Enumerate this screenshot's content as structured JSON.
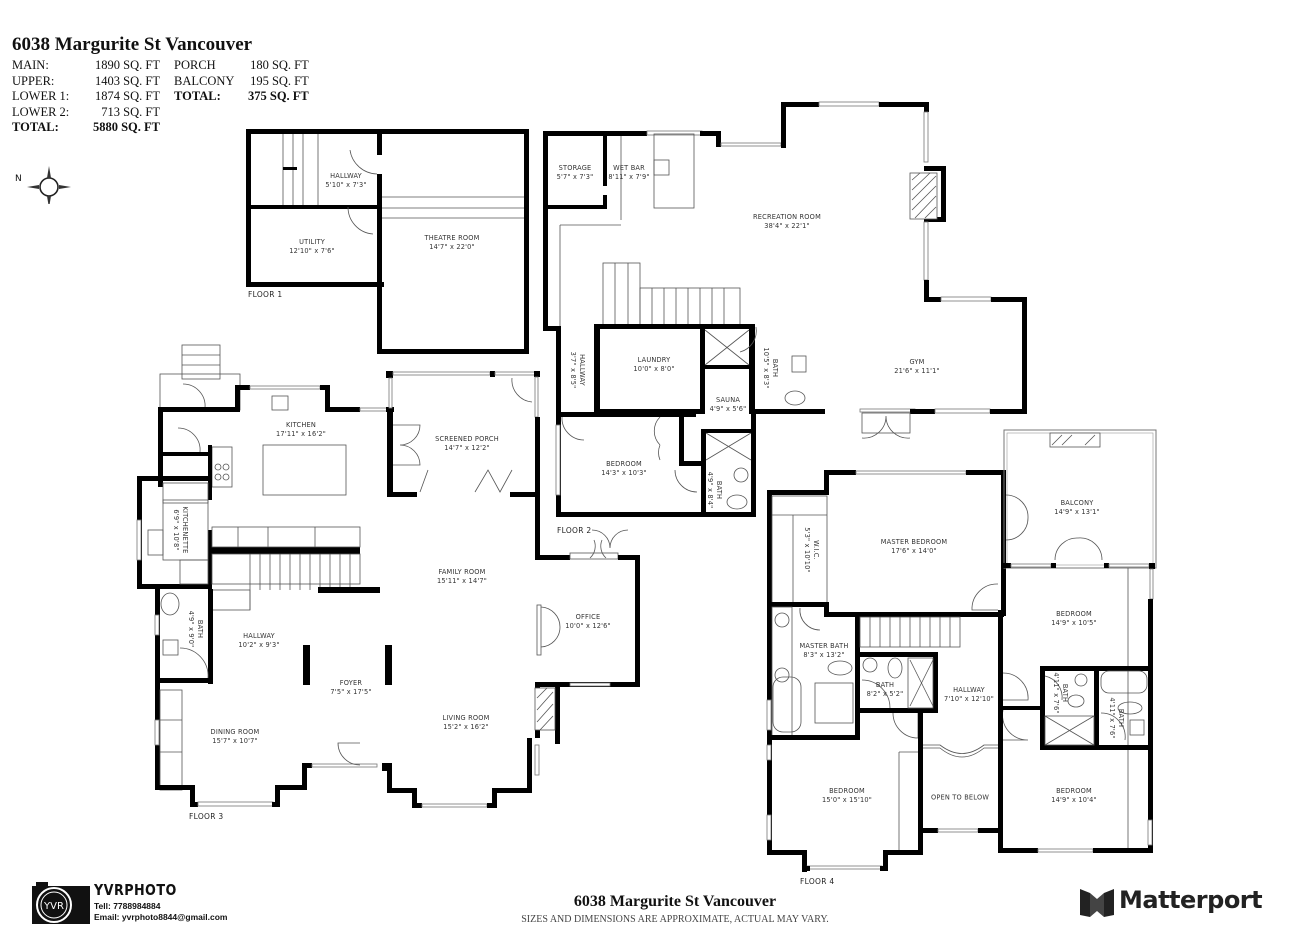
{
  "header": {
    "title": "6038 Margurite St Vancouver",
    "areas": [
      {
        "label": "MAIN:",
        "value": "1890 SQ. FT"
      },
      {
        "label": "UPPER:",
        "value": "1403 SQ. FT"
      },
      {
        "label": "LOWER 1:",
        "value": "1874 SQ. FT"
      },
      {
        "label": "LOWER 2:",
        "value": "713 SQ. FT"
      },
      {
        "label": "TOTAL:",
        "value": "5880 SQ. FT"
      }
    ],
    "extras": [
      {
        "label": "PORCH",
        "value": "180 SQ. FT"
      },
      {
        "label": "BALCONY",
        "value": "195 SQ. FT"
      },
      {
        "label": "TOTAL:",
        "value": "375 SQ. FT"
      }
    ]
  },
  "compass": {
    "label": "N",
    "icon": "compass-icon"
  },
  "floors": [
    {
      "name": "FLOOR 1",
      "rooms": [
        {
          "name": "HALLWAY",
          "dims": "5'10\" x 7'3\""
        },
        {
          "name": "UTILITY",
          "dims": "12'10\" x 7'6\""
        },
        {
          "name": "THEATRE ROOM",
          "dims": "14'7\" x 22'0\""
        }
      ]
    },
    {
      "name": "FLOOR 2",
      "rooms": [
        {
          "name": "STORAGE",
          "dims": "5'7\" x 7'3\""
        },
        {
          "name": "WET BAR",
          "dims": "8'11\" x 7'9\""
        },
        {
          "name": "RECREATION ROOM",
          "dims": "38'4\" x 22'1\""
        },
        {
          "name": "HALLWAY",
          "dims": "3'7\" x 8'5\""
        },
        {
          "name": "LAUNDRY",
          "dims": "10'0\" x 8'0\""
        },
        {
          "name": "BATH",
          "dims": "10'5\" x 8'3\""
        },
        {
          "name": "SAUNA",
          "dims": "4'9\" x 5'6\""
        },
        {
          "name": "GYM",
          "dims": "21'6\" x 11'1\""
        },
        {
          "name": "BEDROOM",
          "dims": "14'3\" x 10'3\""
        },
        {
          "name": "BATH",
          "dims": "4'9\" x 8'4\""
        }
      ]
    },
    {
      "name": "FLOOR 3",
      "rooms": [
        {
          "name": "KITCHEN",
          "dims": "17'11\" x 16'2\""
        },
        {
          "name": "SCREENED PORCH",
          "dims": "14'7\" x 12'2\""
        },
        {
          "name": "KITCHENETTE",
          "dims": "6'9\" x 10'8\""
        },
        {
          "name": "FAMILY ROOM",
          "dims": "15'11\" x 14'7\""
        },
        {
          "name": "BATH",
          "dims": "4'9\" x 9'0\""
        },
        {
          "name": "HALLWAY",
          "dims": "10'2\" x 9'3\""
        },
        {
          "name": "OFFICE",
          "dims": "10'0\" x 12'6\""
        },
        {
          "name": "FOYER",
          "dims": "7'5\" x 17'5\""
        },
        {
          "name": "DINING ROOM",
          "dims": "15'7\" x 10'7\""
        },
        {
          "name": "LIVING ROOM",
          "dims": "15'2\" x 16'2\""
        }
      ]
    },
    {
      "name": "FLOOR 4",
      "rooms": [
        {
          "name": "W.I.C.",
          "dims": "5'3\" x 10'10\""
        },
        {
          "name": "MASTER BEDROOM",
          "dims": "17'6\" x 14'0\""
        },
        {
          "name": "BALCONY",
          "dims": "14'9\" x 13'1\""
        },
        {
          "name": "BEDROOM",
          "dims": "14'9\" x 10'5\""
        },
        {
          "name": "MASTER BATH",
          "dims": "8'3\" x 13'2\""
        },
        {
          "name": "BATH",
          "dims": "8'2\" x 5'2\""
        },
        {
          "name": "HALLWAY",
          "dims": "7'10\" x 12'10\""
        },
        {
          "name": "BATH",
          "dims": "4'11\" x 7'6\""
        },
        {
          "name": "BATH",
          "dims": "4'11\" x 7'6\""
        },
        {
          "name": "BEDROOM",
          "dims": "15'0\" x 15'10\""
        },
        {
          "name": "OPEN TO BELOW",
          "dims": ""
        },
        {
          "name": "BEDROOM",
          "dims": "14'9\" x 10'4\""
        }
      ]
    }
  ],
  "footer": {
    "title": "6038 Margurite St Vancouver",
    "disclaimer": "SIZES AND DIMENSIONS ARE APPROXIMATE, ACTUAL MAY VARY.",
    "photographer": {
      "logo_text": "YVR",
      "name": "YVRPHOTO",
      "tel": "Tell:  7788984884",
      "email": "Email:  yvrphoto8844@gmail.com"
    },
    "brand": {
      "name": "Matterport",
      "icon": "matterport-logo-icon"
    }
  }
}
